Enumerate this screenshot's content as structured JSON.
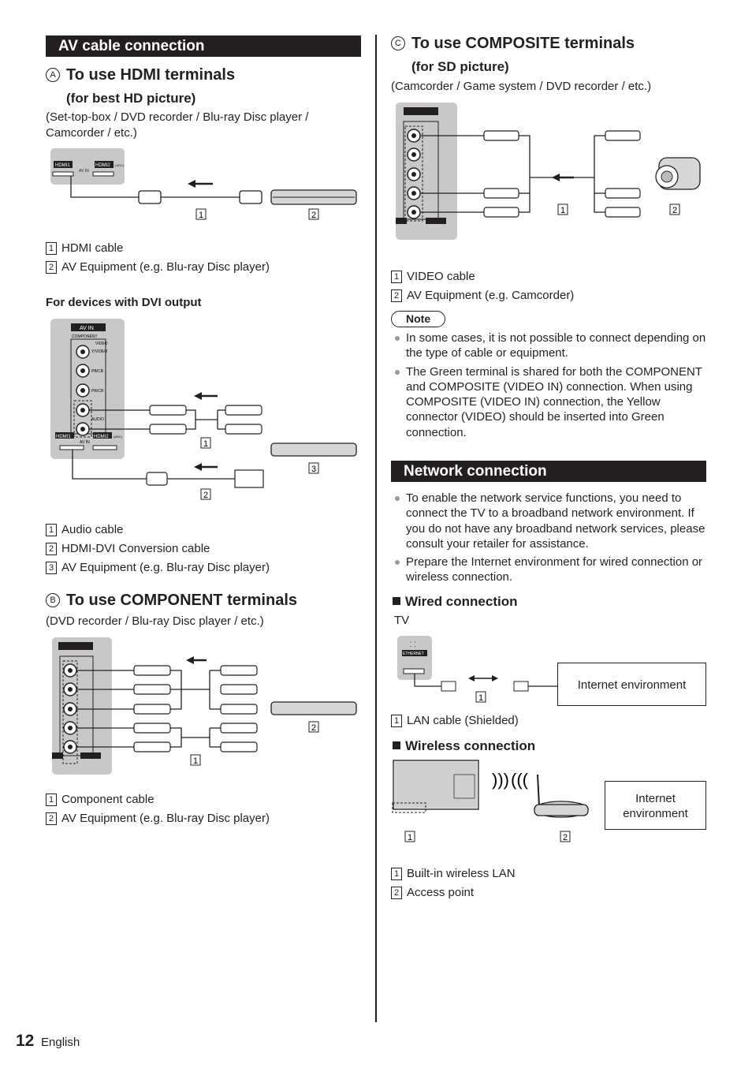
{
  "left": {
    "section_title": "AV cable connection",
    "hdmi": {
      "marker": "A",
      "title": "To use HDMI terminals",
      "subtitle": "(for best HD picture)",
      "devices": "(Set-top-box / DVD recorder / Blu-ray Disc player / Camcorder / etc.)",
      "legend": [
        {
          "num": "1",
          "text": "HDMI cable"
        },
        {
          "num": "2",
          "text": "AV Equipment (e.g. Blu-ray Disc player)"
        }
      ],
      "diagram_labels": {
        "hdmi1": "HDMI1",
        "hdmi2": "HDMI2",
        "arc": "(ARC)",
        "av_in": "AV IN",
        "n1": "1",
        "n2": "2"
      }
    },
    "dvi": {
      "title": "For devices with DVI output",
      "legend": [
        {
          "num": "1",
          "text": "Audio cable"
        },
        {
          "num": "2",
          "text": "HDMI-DVI Conversion cable"
        },
        {
          "num": "3",
          "text": "AV Equipment (e.g. Blu-ray Disc player)"
        }
      ],
      "diagram_labels": {
        "av_in": "AV IN",
        "component": "COMPONENT",
        "video": "VIDEO",
        "y_video": "Y/VIDEO",
        "pb": "PB/CB",
        "pr": "PR/CR",
        "audio": "AUDIO",
        "hdmi1": "HDMI1",
        "hdmi2": "HDMI2",
        "arc": "(ARC)",
        "n1": "1",
        "n2": "2",
        "n3": "3"
      }
    },
    "component": {
      "marker": "B",
      "title": "To use COMPONENT terminals",
      "devices": "(DVD recorder / Blu-ray Disc player / etc.)",
      "legend": [
        {
          "num": "1",
          "text": "Component cable"
        },
        {
          "num": "2",
          "text": "AV Equipment (e.g. Blu-ray Disc player)"
        }
      ],
      "diagram_labels": {
        "n1": "1",
        "n2": "2"
      }
    }
  },
  "right": {
    "composite": {
      "marker": "C",
      "title": "To use COMPOSITE terminals",
      "subtitle": "(for SD picture)",
      "devices": "(Camcorder / Game system / DVD recorder / etc.)",
      "legend": [
        {
          "num": "1",
          "text": "VIDEO cable"
        },
        {
          "num": "2",
          "text": "AV Equipment (e.g. Camcorder)"
        }
      ],
      "diagram_labels": {
        "n1": "1",
        "n2": "2"
      }
    },
    "note": {
      "label": "Note",
      "items": [
        "In some cases, it is not possible to connect depending on the type of cable or equipment.",
        "The Green terminal is shared for both the COMPONENT and COMPOSITE (VIDEO IN) connection. When using COMPOSITE (VIDEO IN) connection, the Yellow connector (VIDEO) should be inserted into Green connection."
      ]
    },
    "network": {
      "section_title": "Network connection",
      "items": [
        "To enable the network service functions, you need to connect the TV to a broadband network environment. If you do not have any broadband network services, please consult your retailer for assistance.",
        "Prepare the Internet environment for wired connection or wireless connection."
      ],
      "wired": {
        "title": "Wired connection",
        "tv_label": "TV",
        "port_label": "ETHERNET",
        "internet_box": "Internet environment",
        "legend": [
          {
            "num": "1",
            "text": "LAN cable (Shielded)"
          }
        ],
        "n1": "1"
      },
      "wireless": {
        "title": "Wireless connection",
        "internet_box_line1": "Internet",
        "internet_box_line2": "environment",
        "legend": [
          {
            "num": "1",
            "text": "Built-in wireless LAN"
          },
          {
            "num": "2",
            "text": "Access point"
          }
        ],
        "n1": "1",
        "n2": "2"
      }
    }
  },
  "footer": {
    "page_number": "12",
    "language": "English"
  }
}
